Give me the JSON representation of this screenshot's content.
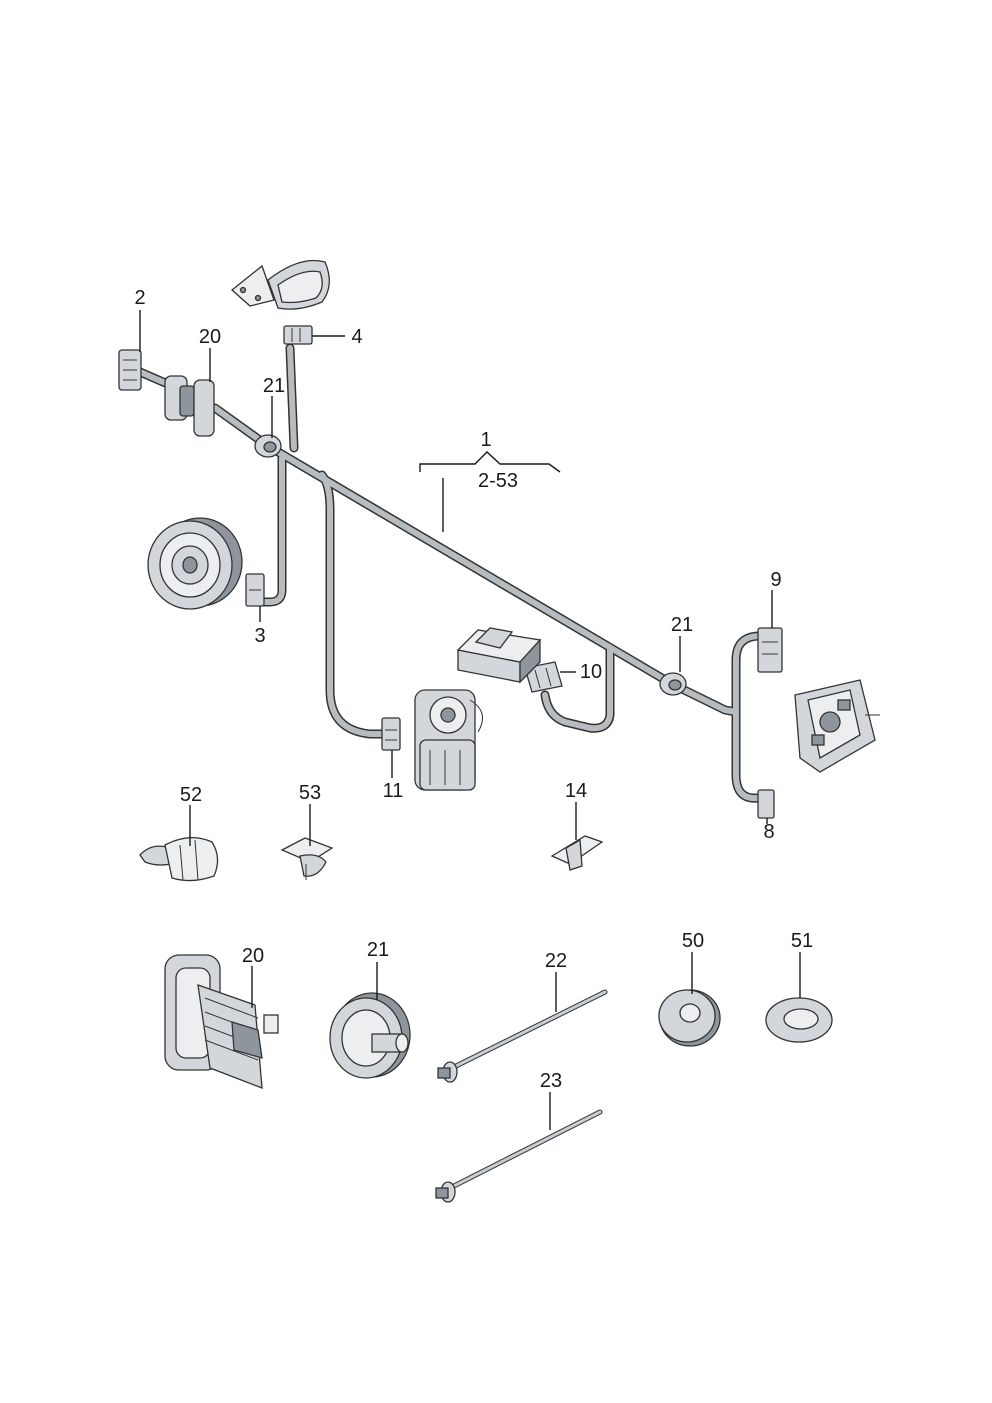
{
  "callouts": {
    "c1": "1",
    "c1_range": "2-53",
    "c2": "2",
    "c3": "3",
    "c4": "4",
    "c8": "8",
    "c9": "9",
    "c10": "10",
    "c11": "11",
    "c14": "14",
    "c20_top": "20",
    "c20_bottom": "20",
    "c21_left": "21",
    "c21_right": "21",
    "c21_bottom": "21",
    "c22": "22",
    "c23": "23",
    "c50": "50",
    "c51": "51",
    "c52": "52",
    "c53": "53"
  },
  "colors": {
    "harness": "#a9afb5",
    "harness_outline": "#333333",
    "part": "#d3d7db",
    "line": "#1a1a1a"
  }
}
